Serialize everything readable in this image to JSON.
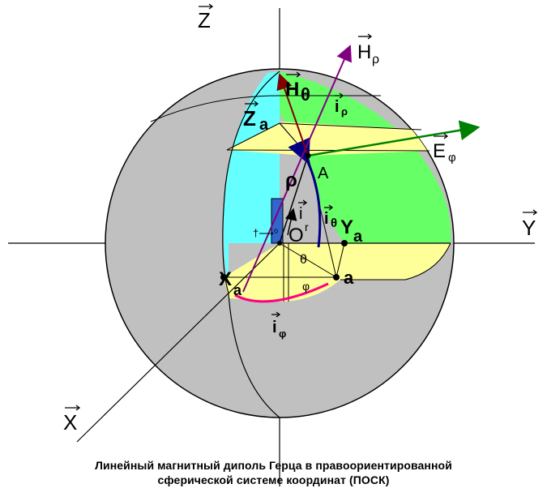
{
  "diagram": {
    "axes": {
      "z": "Z",
      "y": "Y",
      "x": "X"
    },
    "vectors": {
      "h_rho": "H",
      "h_rho_sub": "ρ",
      "h_theta": "H",
      "h_theta_sub": "θ",
      "i_rho": "i",
      "i_rho_sub": "ρ",
      "z_a": "Z",
      "z_a_sub": "a",
      "e_phi": "E",
      "e_phi_sub": "φ",
      "i_r": "i",
      "i_r_sub": "r",
      "i_theta": "i",
      "i_theta_sub": "θ",
      "i_phi": "i",
      "i_phi_sub": "φ"
    },
    "points": {
      "A": "A",
      "O": "O",
      "rho": "ρ",
      "Y_a": "Y",
      "Y_a_sub": "a",
      "X_a": "X",
      "X_a_sub": "a",
      "a": "a",
      "theta": "θ",
      "phi": "φ",
      "dipole_moment": "†⟶⁰"
    },
    "colors": {
      "sphere": "#c0c0c0",
      "cyan_region": "#66ffff",
      "green_region": "#66ff66",
      "yellow_region": "#ffff99",
      "h_rho_arrow": "#800080",
      "h_theta_arrow": "#800000",
      "e_phi_arrow": "#008000",
      "i_theta_arrow": "#000080",
      "i_phi_arc": "#ff0080",
      "dipole": "#3366cc"
    }
  },
  "caption": {
    "line1": "Линейный магнитный диполь Герца в правоориентированной",
    "line2": "сферической системе координат (ПОСК)"
  }
}
